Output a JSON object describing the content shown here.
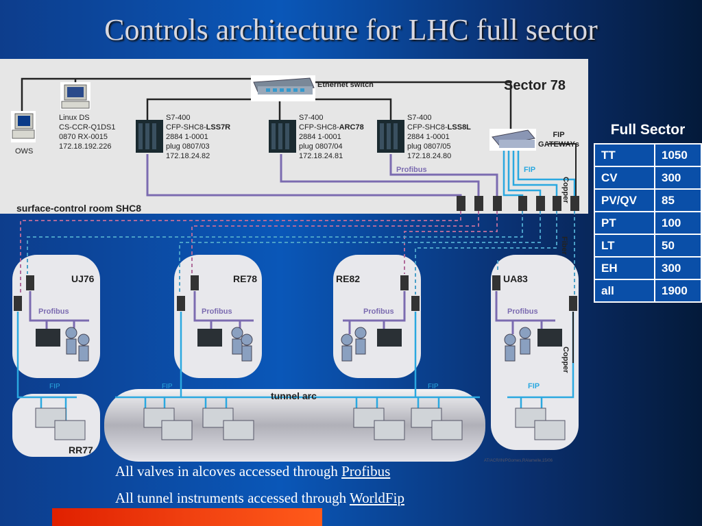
{
  "title": "Controls architecture for LHC full sector",
  "labels": {
    "ethernet_switch": "Ethernet switch",
    "sector": "Sector 78",
    "ows": "OWS",
    "linux_ds": [
      "Linux DS",
      "CS-CCR-Q1DS1",
      "0870 RX-0015",
      "172.18.192.226"
    ],
    "plc1": [
      "S7-400",
      "CFP-SHC8-",
      "LSS7R",
      "2884 1-0001",
      "plug 0807/03",
      "172.18.24.82"
    ],
    "plc2": [
      "S7-400",
      "CFP-SHC8-",
      "ARC78",
      "2884 1-0001",
      "plug 0807/04",
      "172.18.24.81"
    ],
    "plc3": [
      "S7-400",
      "CFP-SHC8-",
      "LSS8L",
      "2884 1-0001",
      "plug 0807/05",
      "172.18.24.80"
    ],
    "fip_gateways": [
      "FIP",
      "GATEWAYs"
    ],
    "profibus": "Profibus",
    "fip": "FIP",
    "copper": "Copper",
    "fiber": "Fiber",
    "surface_room": "surface-control room SHC8",
    "uj76": "UJ76",
    "re78": "RE78",
    "re82": "RE82",
    "ua83": "UA83",
    "rr77": "RR77",
    "tunnel_arc": "tunnel arc",
    "credit": "AT/ACR/IN/PGomes,RAlamelle,15/06"
  },
  "full_sector": {
    "title": "Full Sector",
    "rows": [
      {
        "type": "TT",
        "count": "1050"
      },
      {
        "type": "CV",
        "count": "300"
      },
      {
        "type": "PV/QV",
        "count": "85"
      },
      {
        "type": "PT",
        "count": "100"
      },
      {
        "type": "LT",
        "count": "50"
      },
      {
        "type": "EH",
        "count": "300"
      },
      {
        "type": "all",
        "count": "1900"
      }
    ]
  },
  "footer": {
    "line1_prefix": "All valves in alcoves accessed through ",
    "line1_link": "Profibus",
    "line2_prefix": "All tunnel instruments accessed through ",
    "line2_link": "WorldFip"
  },
  "colors": {
    "profibus": "#7b6bb0",
    "fip": "#2aa8e0",
    "ethernet": "#222222",
    "accent_bar": "#f04010"
  }
}
